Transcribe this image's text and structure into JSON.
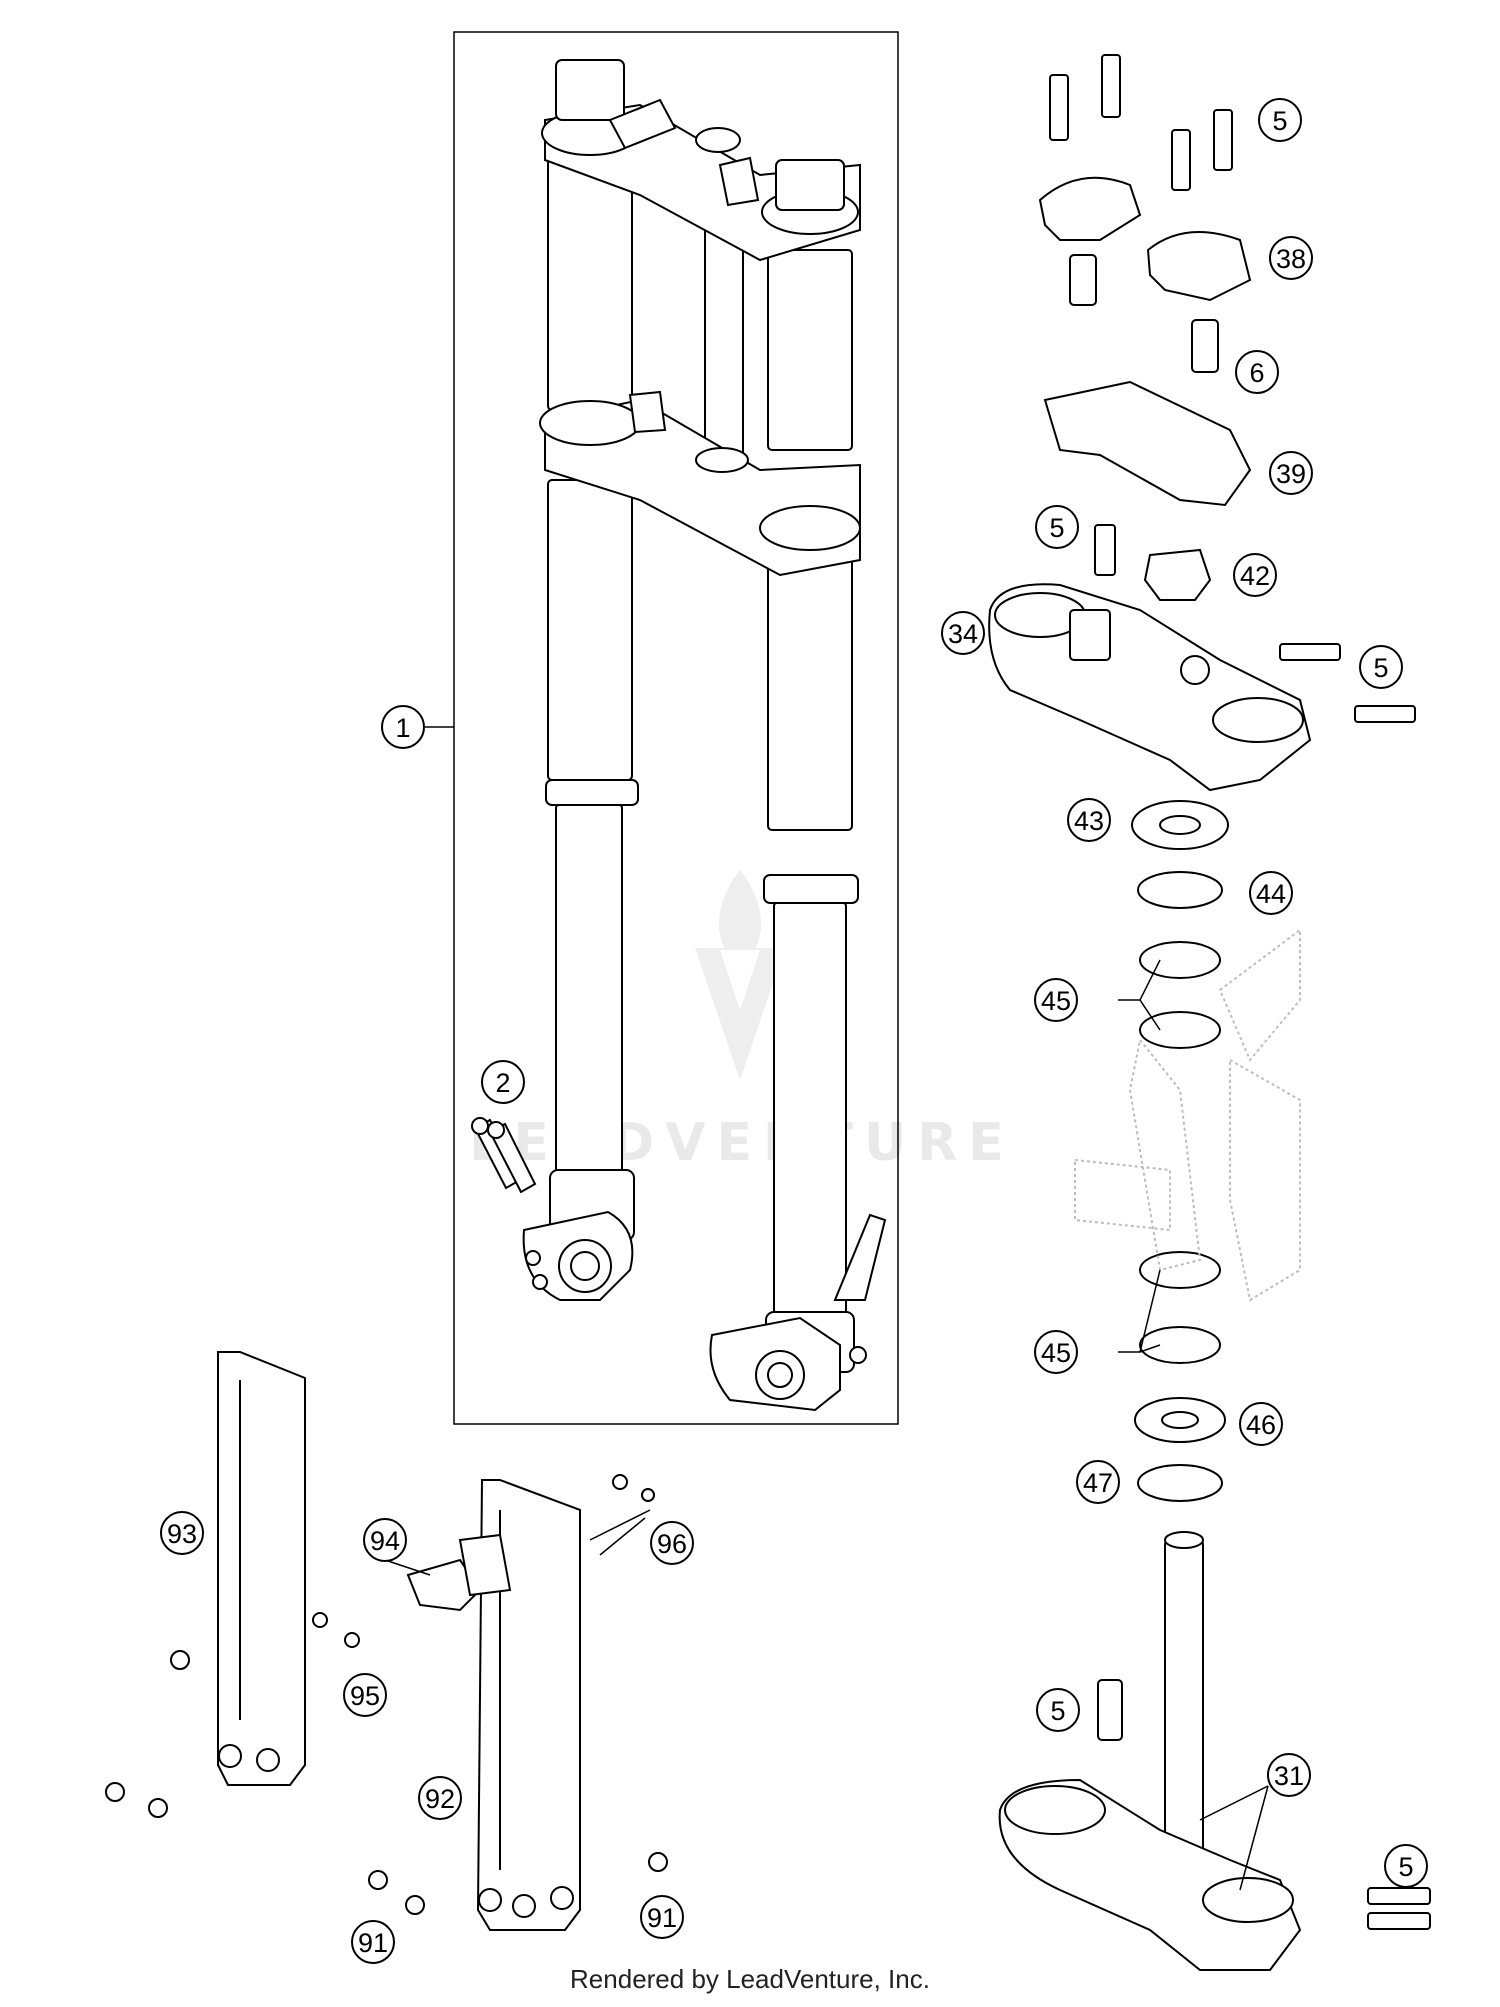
{
  "watermark": {
    "brand_text": "LEADVENTURE"
  },
  "footer": {
    "credit": "Rendered by LeadVenture, Inc."
  },
  "callouts": {
    "c1": "1",
    "c2": "2",
    "c5_a": "5",
    "c38": "38",
    "c6": "6",
    "c39": "39",
    "c5_b": "5",
    "c42": "42",
    "c34": "34",
    "c5_c": "5",
    "c43": "43",
    "c44": "44",
    "c45_a": "45",
    "c45_b": "45",
    "c46": "46",
    "c47": "47",
    "c93": "93",
    "c94": "94",
    "c96": "96",
    "c95": "95",
    "c92": "92",
    "c91_a": "91",
    "c91_b": "91",
    "c5_d": "5",
    "c31": "31",
    "c5_e": "5"
  },
  "colors": {
    "line": "#000000",
    "ghost": "#bdbdbd",
    "watermark": "#e9e9e9"
  }
}
